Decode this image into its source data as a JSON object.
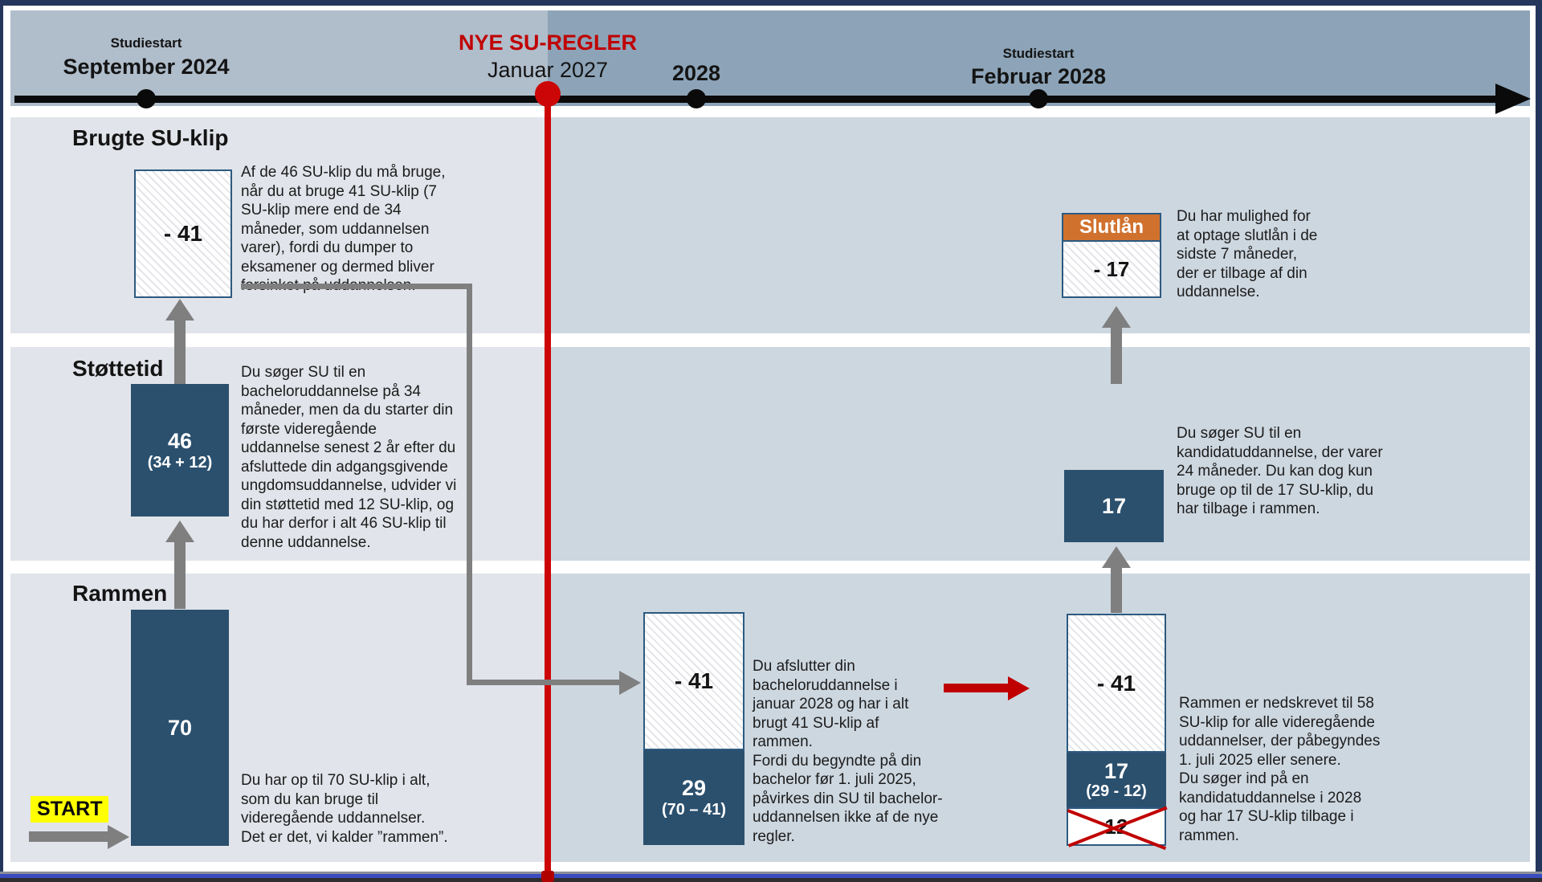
{
  "colors": {
    "accent_red": "#c00000",
    "box_blue": "#2b506e",
    "slutlaan_orange": "#d0712e",
    "arrow_gray": "#7f7f7f",
    "highlight_yellow": "#ffff00",
    "band_light": "#b0bdcb",
    "band_dark": "#8da4b8"
  },
  "timeline": {
    "start_marker": {
      "top": "Studiestart",
      "main": "September 2024"
    },
    "rules_marker": {
      "top": "NYE SU-REGLER",
      "main": "Januar 2027"
    },
    "year_marker": {
      "main": "2028"
    },
    "feb_marker": {
      "top": "Studiestart",
      "main": "Februar 2028"
    }
  },
  "lane_used": {
    "title": "Brugte SU-klip",
    "used_box_value": "- 41",
    "used_note": "Af de 46 SU-klip du må bruge,\nnår du at bruge 41 SU-klip (7\nSU-klip mere end de 34\nmåneder, som uddannelsen\nvarer), fordi du dumper to\neksamener og dermed bliver\nforsinket på uddannelsen.",
    "slutlaan_title": "Slutlån",
    "slutlaan_value": "- 17",
    "slutlaan_note": "Du har mulighed for\nat optage slutlån i de\nsidste 7 måneder,\nder er tilbage af din\nuddannelse."
  },
  "lane_support": {
    "title": "Støttetid",
    "box_value": "46",
    "box_sub": "(34 + 12)",
    "note": "Du søger SU til en\nbacheloruddannelse på 34\nmåneder, men da du starter din\nførste videregående\nuddannelse senest 2 år efter du\nafsluttede din adgangsgivende\nungdomsuddannelse, udvider vi\ndin støttetid med 12 SU-klip, og\ndu har derfor i alt 46 SU-klip til\ndenne uddannelse.",
    "box17_value": "17",
    "note17": "Du søger SU til en\nkandidatuddannelse, der varer\n24 måneder. Du kan dog kun\nbruge op til de 17 SU-klip, du\nhar tilbage i rammen."
  },
  "lane_frame": {
    "title": "Rammen",
    "start_label": "START",
    "box70_value": "70",
    "note70": "Du har op til 70 SU-klip i alt,\nsom du kan bruge til\nvideregående uddannelser.\nDet er det, vi kalder ”rammen”.",
    "mid_used": "- 41",
    "mid_left": "29",
    "mid_left_sub": "(70 – 41)",
    "mid_note": "Du afslutter din\nbacheloruddannelse i\njanuar 2028 og har i alt\nbrugt 41 SU-klip af\nrammen.\nFordi du begyndte på din\nbachelor før 1. juli 2025,\npåvirkes din SU til bachelor-\nuddannelsen ikke af de nye\nregler.",
    "right_used": "- 41",
    "right_left": "17",
    "right_left_sub": "(29 - 12)",
    "right_crossed": "12",
    "right_note": "Rammen er nedskrevet til 58\nSU-klip for alle videregående\nuddannelser, der påbegyndes\n1. juli 2025 eller senere.\nDu søger ind på en\nkandidatuddannelse i 2028\nog har 17 SU-klip tilbage i\nrammen."
  }
}
